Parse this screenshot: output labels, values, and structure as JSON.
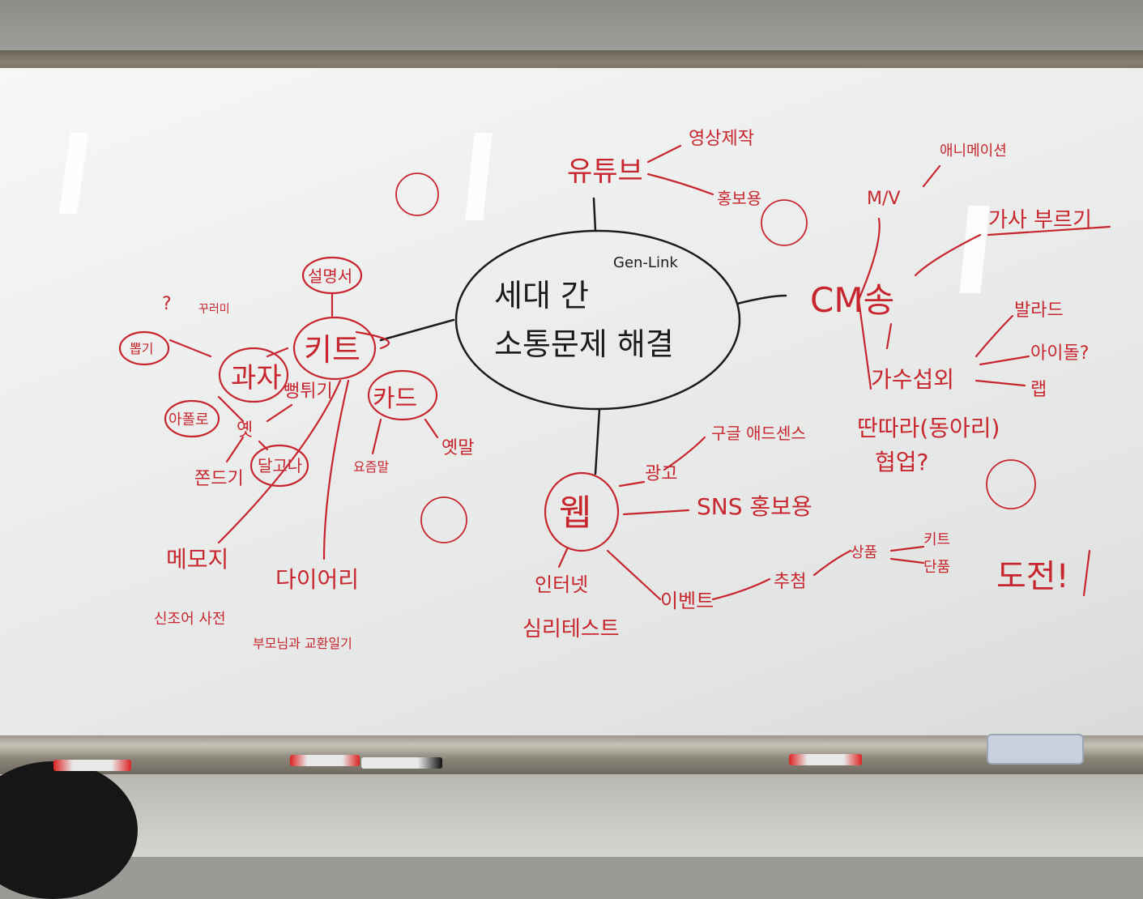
{
  "whiteboard": {
    "center": {
      "line1": "세대 간",
      "line2": "소통문제 해결",
      "tag": "Gen-Link"
    },
    "youtube": {
      "label": "유튜브",
      "items": [
        "영상제작",
        "홍보용"
      ]
    },
    "cm_song": {
      "label": "CM송",
      "mv": "M/V",
      "mv_item": "애니메이션",
      "sing": "가사 부르기",
      "genres_label": "가수섭외",
      "genres": [
        "발라드",
        "아이돌?",
        "랩"
      ],
      "club": "딴따라(동아리)",
      "club_sub": "협업?"
    },
    "kit": {
      "label": "키트",
      "manual": "설명서",
      "snack": {
        "label": "과자",
        "items": [
          "옛",
          "뻥튀기",
          "쫀드기",
          "달고나",
          "아폴로"
        ]
      },
      "card": {
        "label": "카드",
        "items": [
          "요즘말",
          "옛말"
        ]
      },
      "misc": [
        "뽑기",
        "꾸러미"
      ],
      "unknown": "?",
      "memo": "메모지",
      "memo_sub": "신조어 사전",
      "diary": "다이어리",
      "diary_sub": "부모님과 교환일기"
    },
    "web": {
      "label": "웹",
      "ad": "광고",
      "adsense": "구글 애드센스",
      "sns": "SNS 홍보용",
      "internet": "인터넷",
      "test": "심리테스트",
      "event": "이벤트",
      "draw": "추첨",
      "product": "상품",
      "product_items": [
        "키트",
        "단품"
      ]
    },
    "challenge": "도전!"
  },
  "colors": {
    "red_marker": "#c8262e",
    "black_marker": "#1b1b1b"
  }
}
